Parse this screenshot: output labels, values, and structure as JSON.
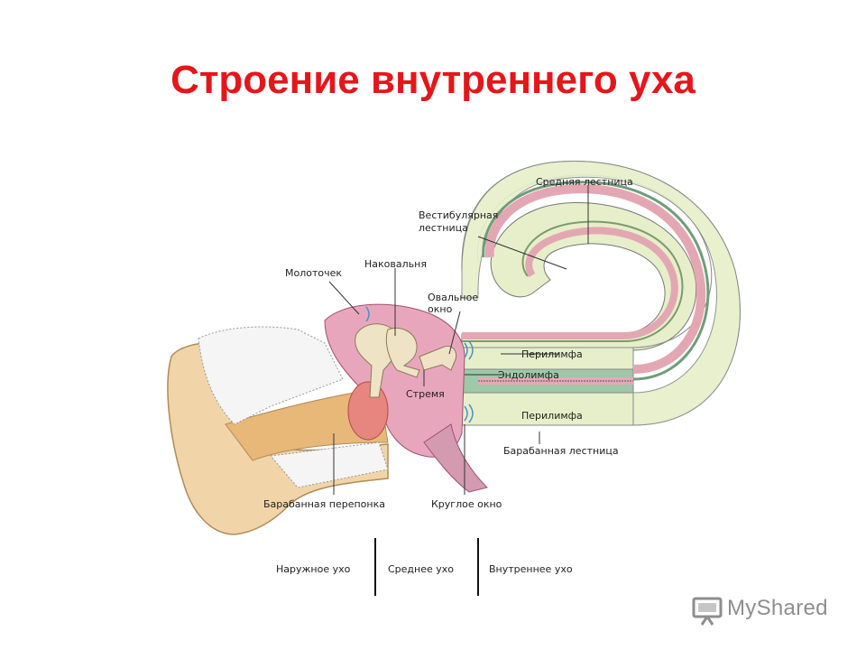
{
  "title": "Строение внутреннего уха",
  "labels": {
    "middle_scala": "Средняя лестница",
    "vestibular_scala_1": "Вестибулярная",
    "vestibular_scala_2": "лестница",
    "malleus": "Молоточек",
    "incus": "Наковальня",
    "oval_window_1": "Овальное",
    "oval_window_2": "окно",
    "stapes": "Стремя",
    "perilymph_top": "Перилимфа",
    "endolymph": "Эндолимфа",
    "perilymph_bottom": "Перилимфа",
    "tympanic_scala": "Барабанная лестница",
    "eardrum": "Барабанная перепонка",
    "round_window": "Круглое окно"
  },
  "sections": {
    "outer": "Наружное ухо",
    "middle": "Среднее ухо",
    "inner": "Внутреннее ухо"
  },
  "logo": {
    "text": "MyShared",
    "icon": "presentation-board-icon"
  }
}
